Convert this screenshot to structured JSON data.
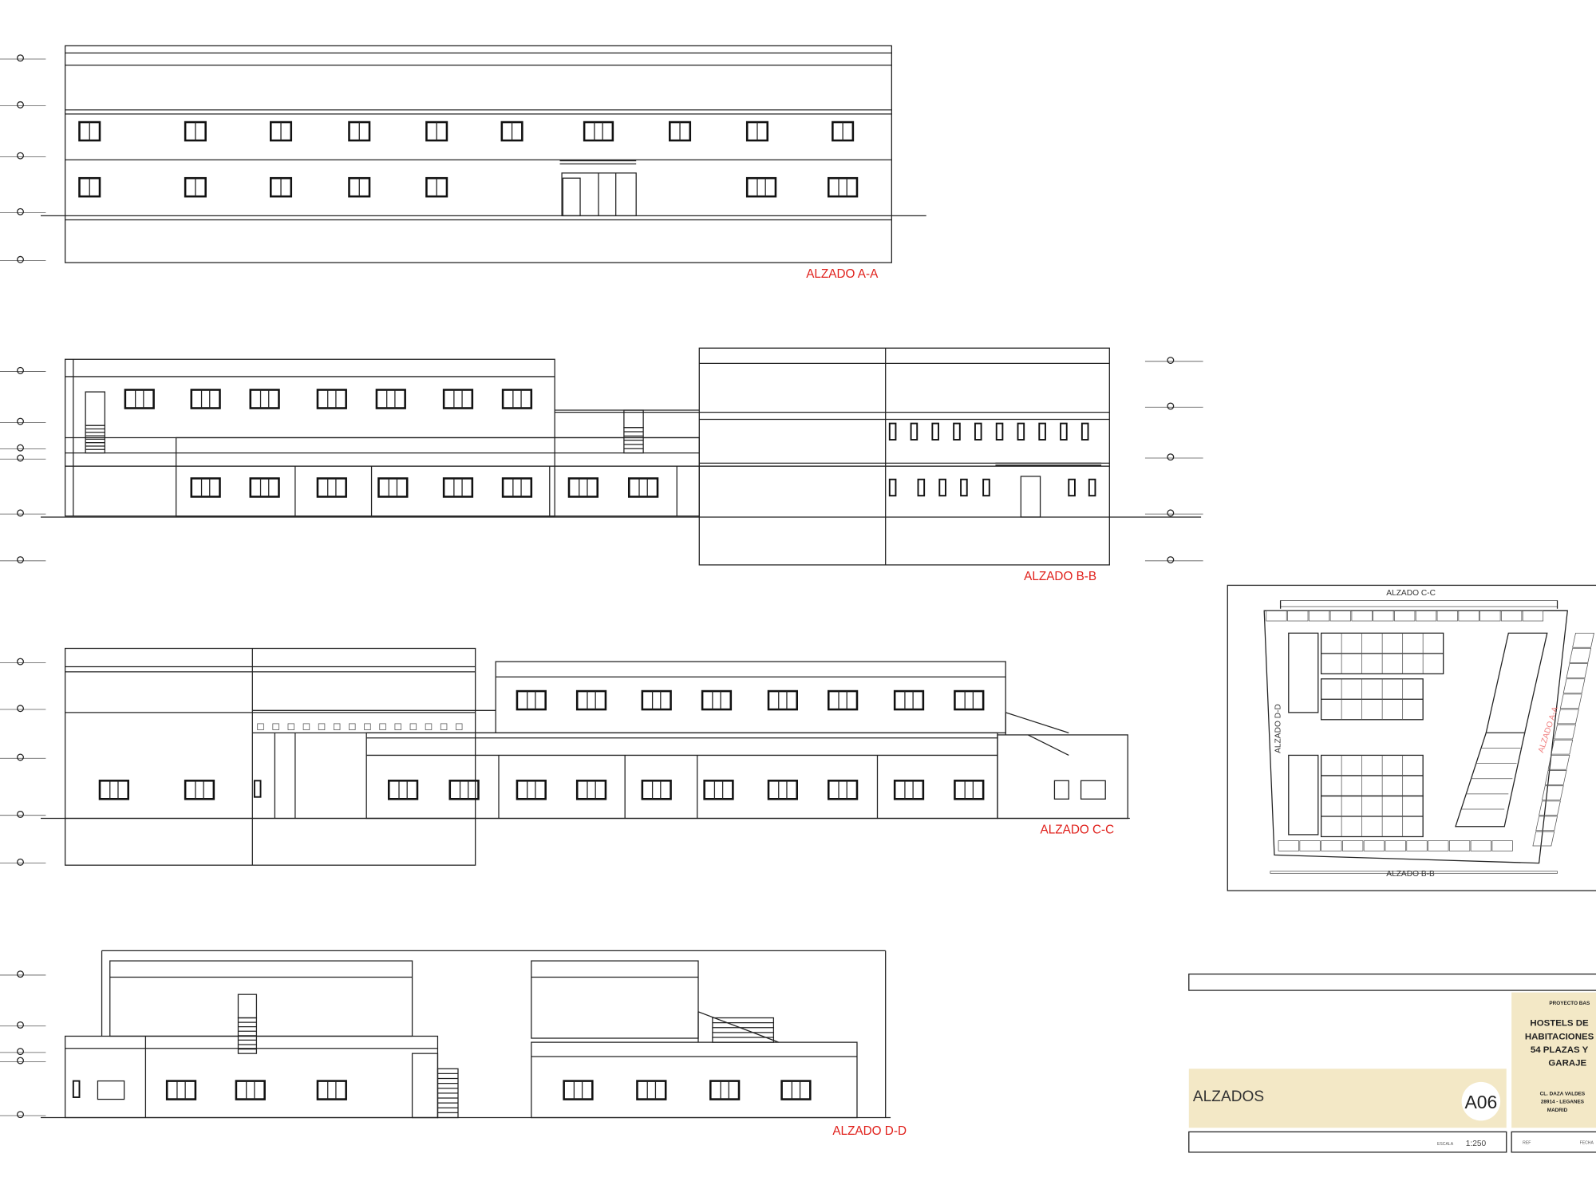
{
  "elevations": {
    "a": {
      "label": "ALZADO A-A"
    },
    "b": {
      "label": "ALZADO B-B"
    },
    "c": {
      "label": "ALZADO C-C"
    },
    "d": {
      "label": "ALZADO D-D"
    }
  },
  "plan": {
    "top_label": "ALZADO C-C",
    "bottom_label": "ALZADO B-B",
    "left_label": "ALZADO D-D",
    "right_label": "ALZADO A-A"
  },
  "title_block": {
    "sheet_title": "ALZADOS",
    "sheet_number": "A06",
    "scale_label": "ESCALA",
    "scale": "1:250",
    "project_type": "PROYECTO BAS",
    "project_name": [
      "HOSTELS DE",
      "HABITACIONES",
      "54 PLAZAS Y",
      "GARAJE"
    ],
    "address": [
      "CL. DAZA VALDES",
      "28914 - LEGANES",
      "MADRID"
    ],
    "ref_label": "REF",
    "date_label": "FECHA",
    "accent_color": "#f3e8c6"
  },
  "colors": {
    "label_red": "#e0201b",
    "line": "#222222"
  }
}
